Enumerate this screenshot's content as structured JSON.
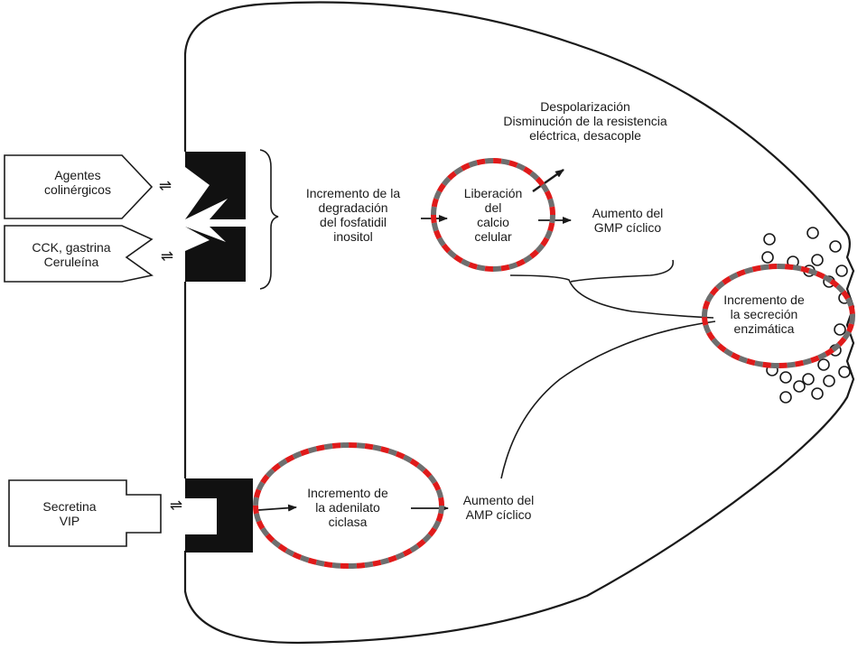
{
  "receptors": {
    "cholinergic": "Agentes\ncolinérgicos",
    "cck": "CCK, gastrina\nCeruleína",
    "secretin": "Secretina\nVIP"
  },
  "equilibrium_symbol": "⇌",
  "pathway": {
    "phosphoinositide": "Incremento de la\ndegradación\ndel fosfatidil\ninositol",
    "calcium_release": "Liberación\ndel\ncalcio\ncelular",
    "depolarization": "Despolarización\nDisminución de la resistencia\neléctrica, desacople",
    "cgmp": "Aumento del\nGMP cíclico",
    "adenylate_cyclase": "Incremento de\nla adenilato\nciclasa",
    "camp": "Aumento del\nAMP cíclico",
    "enzyme_secretion": "Incremento de\nla secreción\nenzimática"
  },
  "colors": {
    "ink": "#1a1a1a",
    "highlight_red": "#e01a1a",
    "highlight_gray": "#6e6e6e"
  }
}
